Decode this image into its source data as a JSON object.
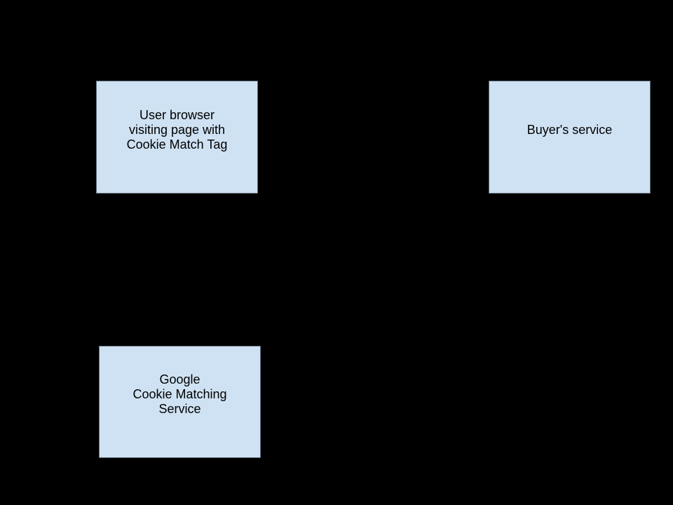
{
  "theme": {
    "background": "#000000",
    "node_fill": "#cfe2f3",
    "node_border": "#5f6d7a",
    "node_text": "#000000"
  },
  "diagram": {
    "description": "Cookie matching flow diagram: three light-blue rectangular nodes on a black canvas; no connector arrows or labels are visible against the background.",
    "nodes": [
      {
        "id": "user-browser",
        "lines": [
          "User browser",
          "visiting page with",
          "Cookie Match Tag"
        ]
      },
      {
        "id": "buyers-service",
        "lines": [
          "Buyer's service"
        ]
      },
      {
        "id": "google-cookie-matching-service",
        "lines": [
          "Google",
          "Cookie Matching",
          "Service"
        ]
      }
    ]
  }
}
